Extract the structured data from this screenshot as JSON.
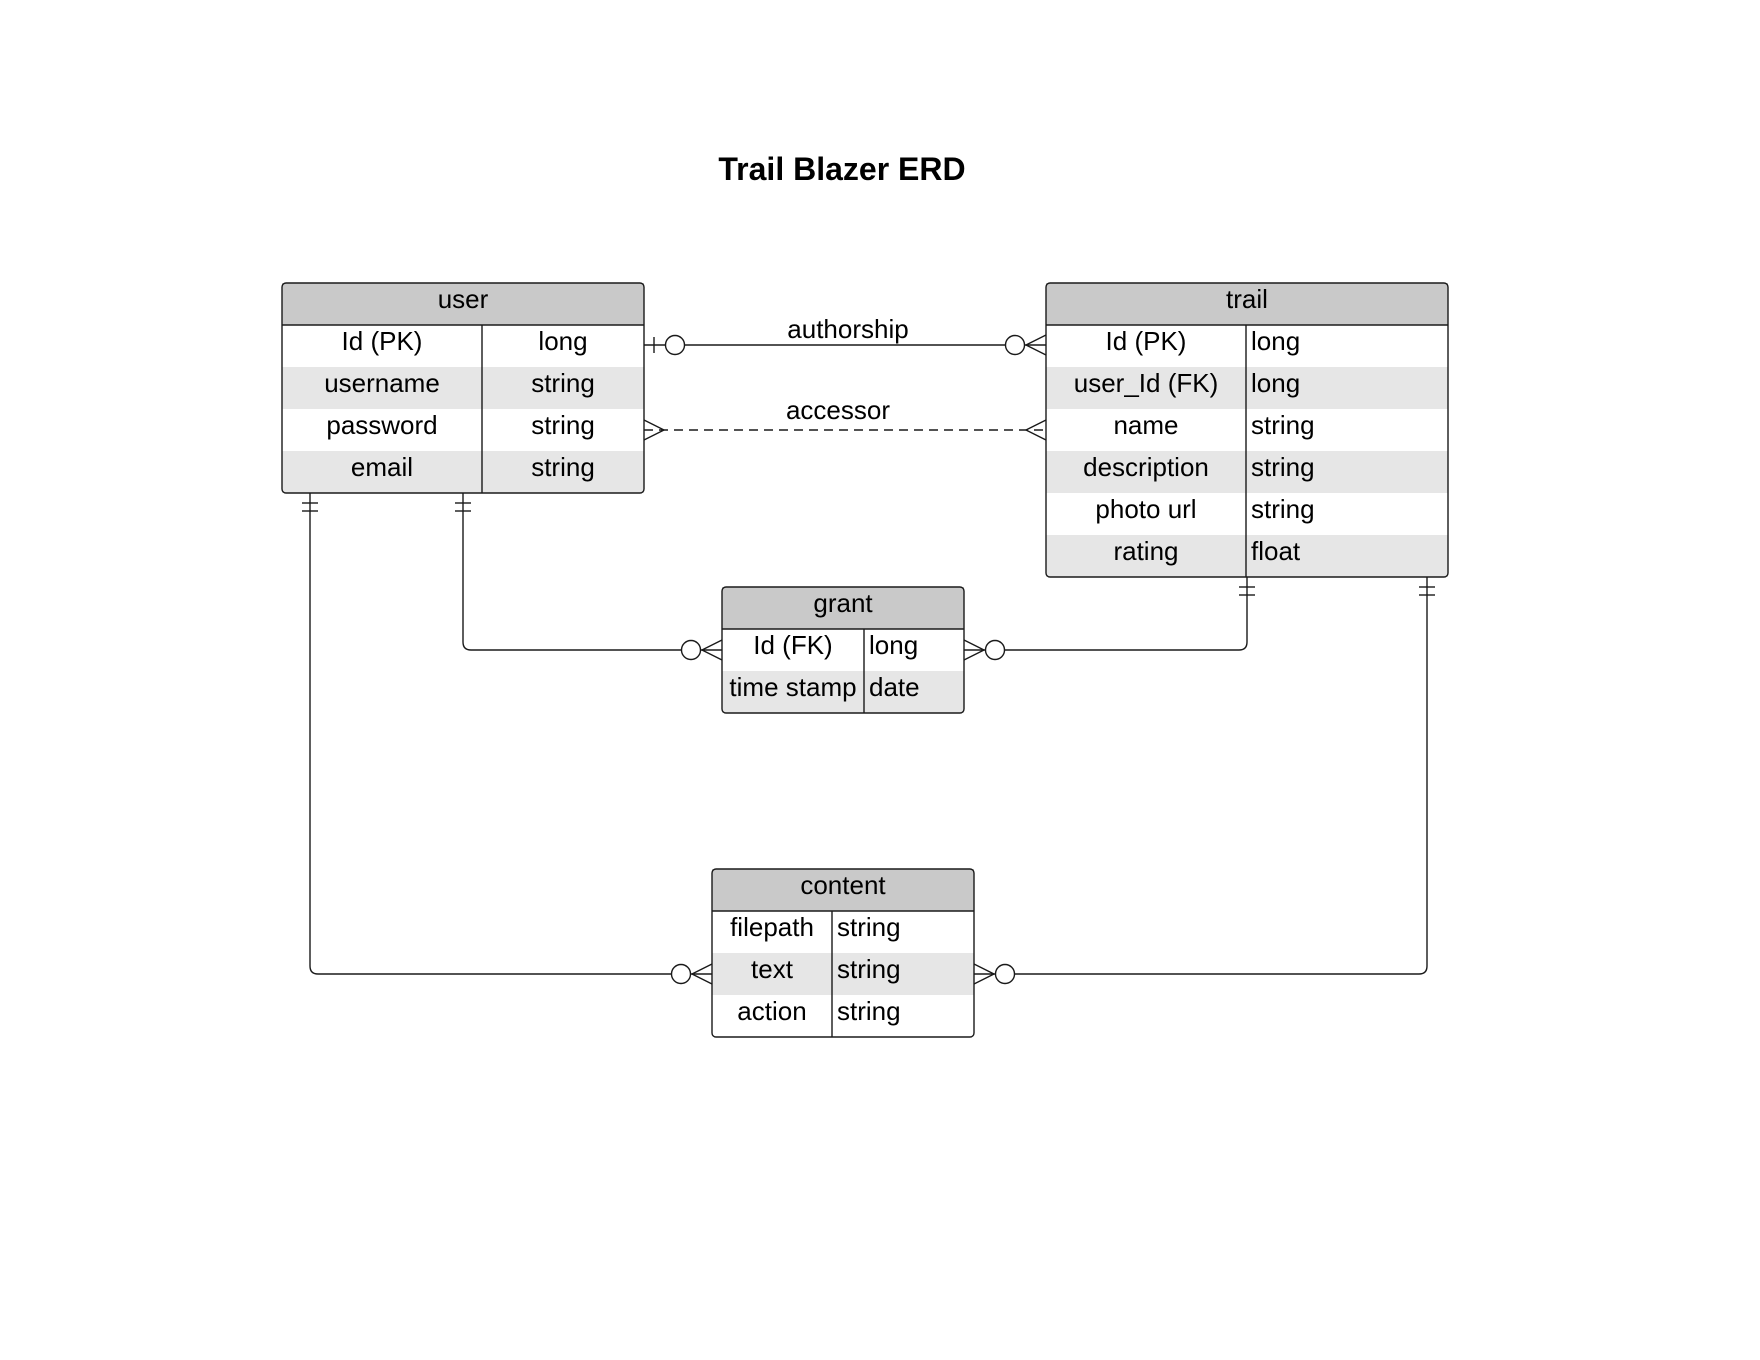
{
  "title": "Trail Blazer ERD",
  "colors": {
    "header_fill": "#c9c9c9",
    "stripe_fill": "#e6e6e6",
    "row_fill": "#ffffff",
    "line": "#1a1a1a"
  },
  "entities": {
    "user": {
      "name": "user",
      "rows": [
        {
          "field": "Id (PK)",
          "type": "long"
        },
        {
          "field": "username",
          "type": "string"
        },
        {
          "field": "password",
          "type": "string"
        },
        {
          "field": "email",
          "type": "string"
        }
      ]
    },
    "trail": {
      "name": "trail",
      "rows": [
        {
          "field": "Id (PK)",
          "type": "long"
        },
        {
          "field": "user_Id (FK)",
          "type": "long"
        },
        {
          "field": "name",
          "type": "string"
        },
        {
          "field": "description",
          "type": "string"
        },
        {
          "field": "photo url",
          "type": "string"
        },
        {
          "field": "rating",
          "type": "float"
        }
      ]
    },
    "grant": {
      "name": "grant",
      "rows": [
        {
          "field": "Id (FK)",
          "type": "long"
        },
        {
          "field": "time stamp",
          "type": "date"
        }
      ]
    },
    "content": {
      "name": "content",
      "rows": [
        {
          "field": "filepath",
          "type": "string"
        },
        {
          "field": "text",
          "type": "string"
        },
        {
          "field": "action",
          "type": "string"
        }
      ]
    }
  },
  "relationships": {
    "authorship": {
      "label": "authorship",
      "from": "user",
      "from_cardinality": "one",
      "to": "trail",
      "to_cardinality": "zero-or-many",
      "style": "solid"
    },
    "accessor": {
      "label": "accessor",
      "from": "user",
      "from_cardinality": "many",
      "to": "trail",
      "to_cardinality": "many",
      "style": "dashed"
    },
    "user_grant": {
      "from": "user",
      "from_cardinality": "one-and-only-one",
      "to": "grant",
      "to_cardinality": "zero-or-many",
      "style": "solid"
    },
    "trail_grant": {
      "from": "trail",
      "from_cardinality": "one-and-only-one",
      "to": "grant",
      "to_cardinality": "zero-or-many",
      "style": "solid"
    },
    "user_content": {
      "from": "user",
      "from_cardinality": "one-and-only-one",
      "to": "content",
      "to_cardinality": "zero-or-many",
      "style": "solid"
    },
    "trail_content": {
      "from": "trail",
      "from_cardinality": "one-and-only-one",
      "to": "content",
      "to_cardinality": "zero-or-many",
      "style": "solid"
    }
  }
}
